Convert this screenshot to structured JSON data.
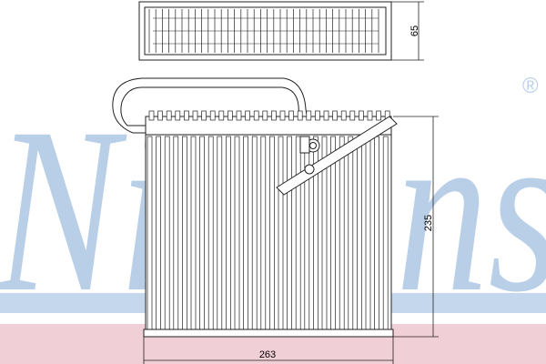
{
  "watermark": {
    "brand": "Nissens",
    "registered_mark": "®",
    "color": "#b9cfe8",
    "stripe_blue": "#c5d7ec",
    "stripe_pink": "#f1cfd7"
  },
  "dimensions": {
    "depth": "65",
    "height": "235",
    "width": "263"
  },
  "drawing": {
    "line_color": "#222222",
    "tube_fill": "#ffffff"
  }
}
